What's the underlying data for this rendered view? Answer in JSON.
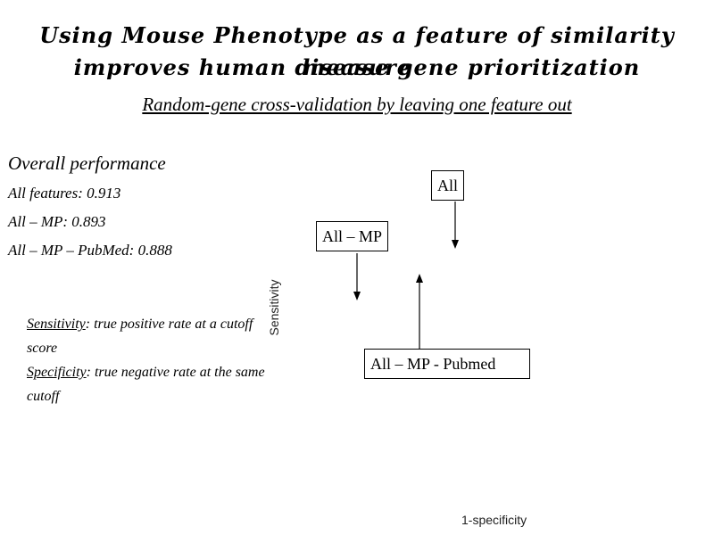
{
  "title": {
    "line1": "Using Mouse Phenotype as a feature of similarity measure",
    "line2": "improves human disease gene prioritization"
  },
  "subtitle": "Random-gene cross-validation by leaving one feature out",
  "performance": {
    "heading": "Overall performance",
    "items": [
      "All features: 0.913",
      "All – MP: 0.893",
      "All – MP – PubMed: 0.888"
    ]
  },
  "definitions": {
    "sensitivity_term": "Sensitivity",
    "sensitivity_text": ": true positive rate at a cutoff score",
    "specificity_term": "Specificity",
    "specificity_text": ": true negative rate at the same cutoff"
  },
  "diagram": {
    "box_all": "All",
    "box_all_minus_mp": "All – MP",
    "box_all_minus_mp_pubmed": "All – MP - Pubmed",
    "y_axis_label": "Sensitivity",
    "x_axis_label": "1-specificity"
  }
}
